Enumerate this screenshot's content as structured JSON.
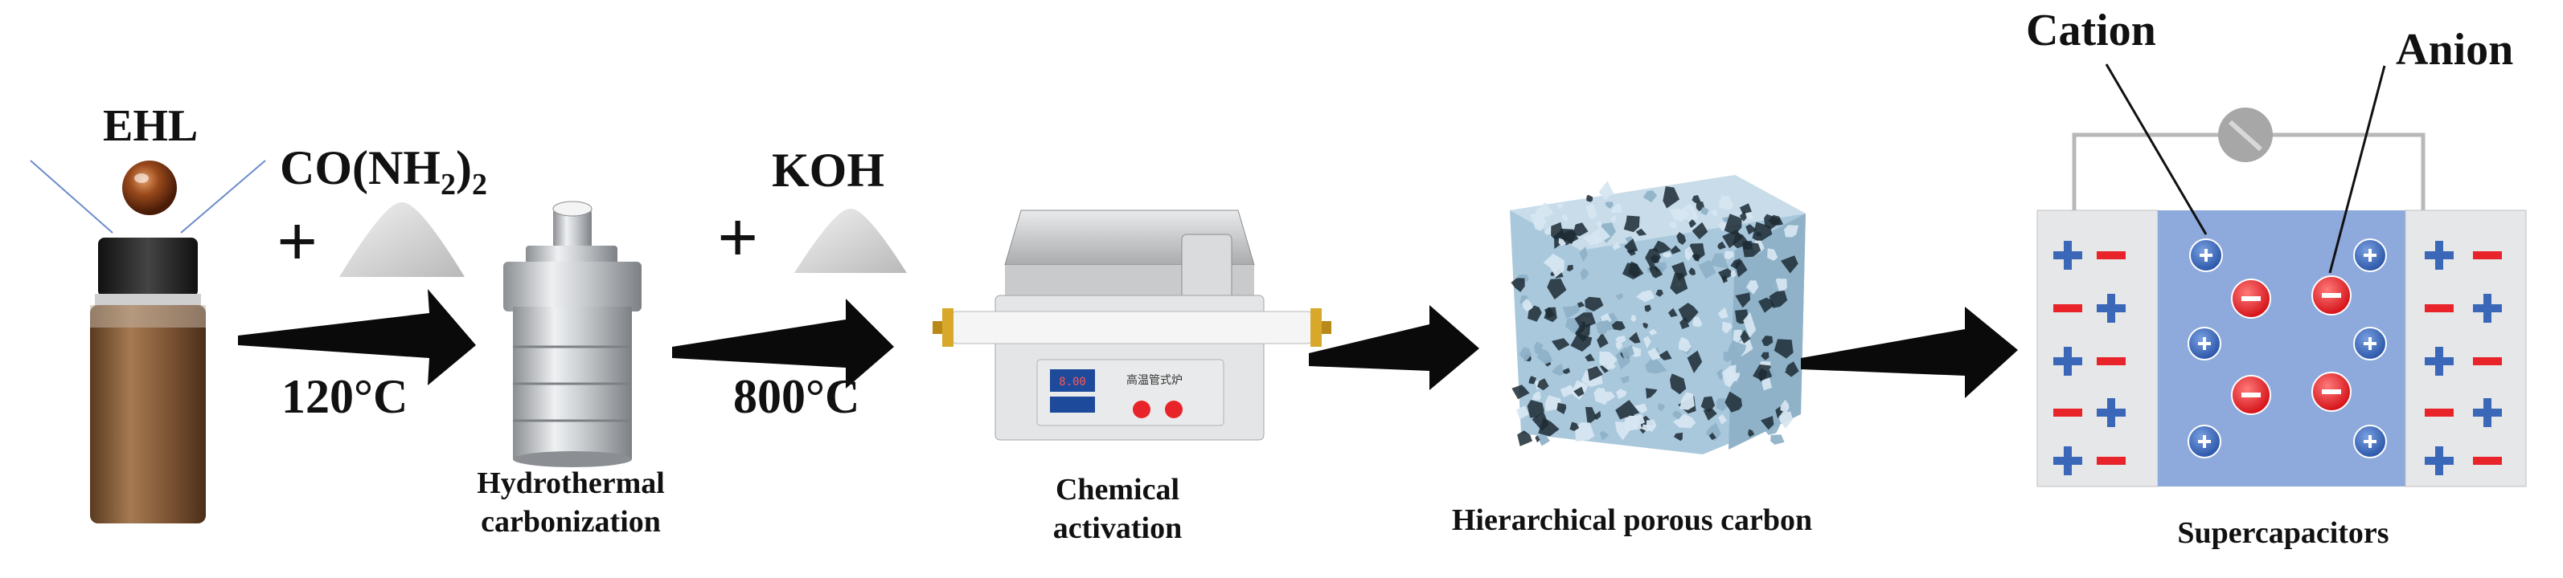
{
  "reagents": {
    "ehl": "EHL",
    "urea_prefix": "CO(NH",
    "urea_sub": "2",
    "urea_suffix": ")",
    "urea_sub2": "2",
    "plus": "+",
    "koh": "KOH"
  },
  "conditions": {
    "temp1": "120°C",
    "temp2": "800°C"
  },
  "steps": {
    "hydrothermal_l1": "Hydrothermal",
    "hydrothermal_l2": "carbonization",
    "chemical_l1": "Chemical",
    "chemical_l2": "activation",
    "porous_carbon": "Hierarchical porous carbon",
    "supercap": "Supercapacitors"
  },
  "ions": {
    "cation": "Cation",
    "anion": "Anion"
  },
  "furnace": {
    "display": "8.00",
    "panel_text": "高温管式炉"
  },
  "colors": {
    "arrow": "#0a0a0a",
    "cation": "#3a67b8",
    "anion": "#e8242a",
    "electrolyte": "#8ea9dc",
    "electrode": "#e6e7e8",
    "carbon": "#a9c8dc",
    "liquid": "#7a5232"
  }
}
